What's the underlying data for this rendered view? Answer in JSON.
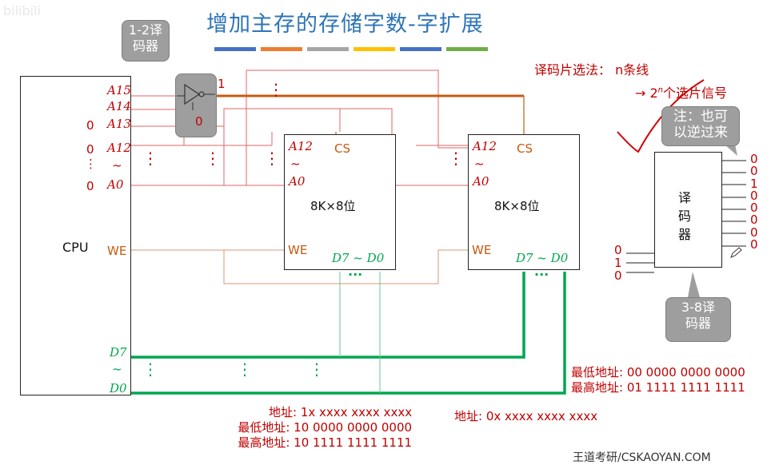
{
  "title": "增加主存的存储字数-字扩展",
  "watermark": "bilibili",
  "decoder_1_2_callout": "1-2译\n码器",
  "decoder_out_1": "1",
  "decoder_out_0": "0",
  "cpu": {
    "label": "CPU",
    "a15": "A15",
    "a14": "A14",
    "a13": "A13",
    "a12": "A12",
    "a0": "A0",
    "tilde": "~",
    "val_a13": "0",
    "val_a12": "0",
    "val_a0": "0",
    "we": "WE",
    "d7": "D7",
    "d0": "D0"
  },
  "chip1": {
    "a12": "A12",
    "a0": "A0",
    "tilde": "~",
    "cs": "CS",
    "size": "8K×8位",
    "we": "WE",
    "data": "D7 ~ D0"
  },
  "chip2": {
    "a12": "A12",
    "a0": "A0",
    "tilde": "~",
    "cs": "CS",
    "size": "8K×8位",
    "we": "WE",
    "data": "D7 ~ D0"
  },
  "dots": {
    "vertical": "⋮",
    "horizontal": "···"
  },
  "notes": {
    "select_method": "译码片选法： n条线",
    "signal_prefix": "→ 2",
    "signal_exp": "n",
    "signal_suffix": "个选片信号",
    "reverse_callout": "注：也可\n以逆过来"
  },
  "decoder_3_8": {
    "label": "译\n码\n器",
    "callout": "3-8译\n码器",
    "inputs": [
      "0",
      "1",
      "0"
    ],
    "outputs": [
      "0",
      "0",
      "1",
      "0",
      "0",
      "0",
      "0",
      "0"
    ]
  },
  "address_right": {
    "min": "最低地址: 00 0000 0000 0000",
    "max": "最高地址: 01 1111 1111 1111",
    "pattern": "地址: 0x xxxx xxxx xxxx"
  },
  "address_left": {
    "pattern": "地址: 1x xxxx xxxx xxxx",
    "min": "最低地址: 10 0000 0000 0000",
    "max": "最高地址: 10 1111 1111 1111"
  },
  "footer": "王道考研/CSKAOYAN.COM",
  "colors": {
    "title": "#2e75b6",
    "address": "#c00000",
    "control": "#c55a11",
    "data": "#00a651",
    "callout": "#9e9e9e"
  },
  "title_bars": [
    "#4472c4",
    "#ed7d31",
    "#a5a5a5",
    "#ffc000",
    "#4472c4",
    "#70ad47"
  ]
}
